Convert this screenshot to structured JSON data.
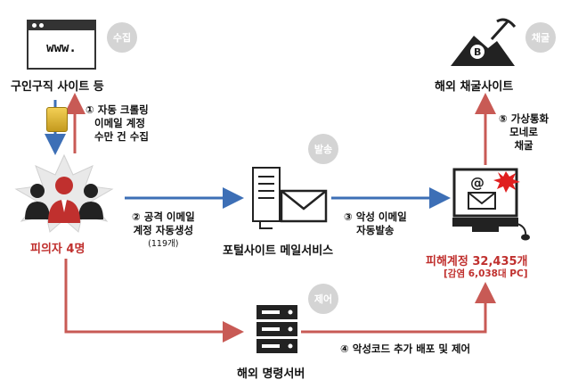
{
  "nodes": {
    "job_site": "구인구직 사이트 등",
    "url_text": "www.",
    "suspects": "피의자 4명",
    "portal": "포털사이트 메일서비스",
    "mining": "해외 채굴사이트",
    "victim": "피해계정 32,435개",
    "victim_sub": "[감염 6,038대 PC]",
    "command": "해외 명령서버"
  },
  "badges": {
    "collect": "수집",
    "send": "발송",
    "mine": "채굴",
    "control": "제어"
  },
  "steps": {
    "s1": [
      "① 자동 크롤링",
      "이메일 계정",
      "수만 건 수집"
    ],
    "s2": [
      "② 공격 이메일",
      "계정 자동생성"
    ],
    "s2_sub": "(119개)",
    "s3": [
      "③ 악성 이메일",
      "자동발송"
    ],
    "s4": "④ 악성코드 추가 배포 및 제어",
    "s5": [
      "⑤ 가상통화",
      "모네로",
      "채굴"
    ]
  },
  "colors": {
    "blue_arrow": "#3d6fb6",
    "red_arrow": "#c85a55",
    "accent_red": "#c0302e"
  }
}
